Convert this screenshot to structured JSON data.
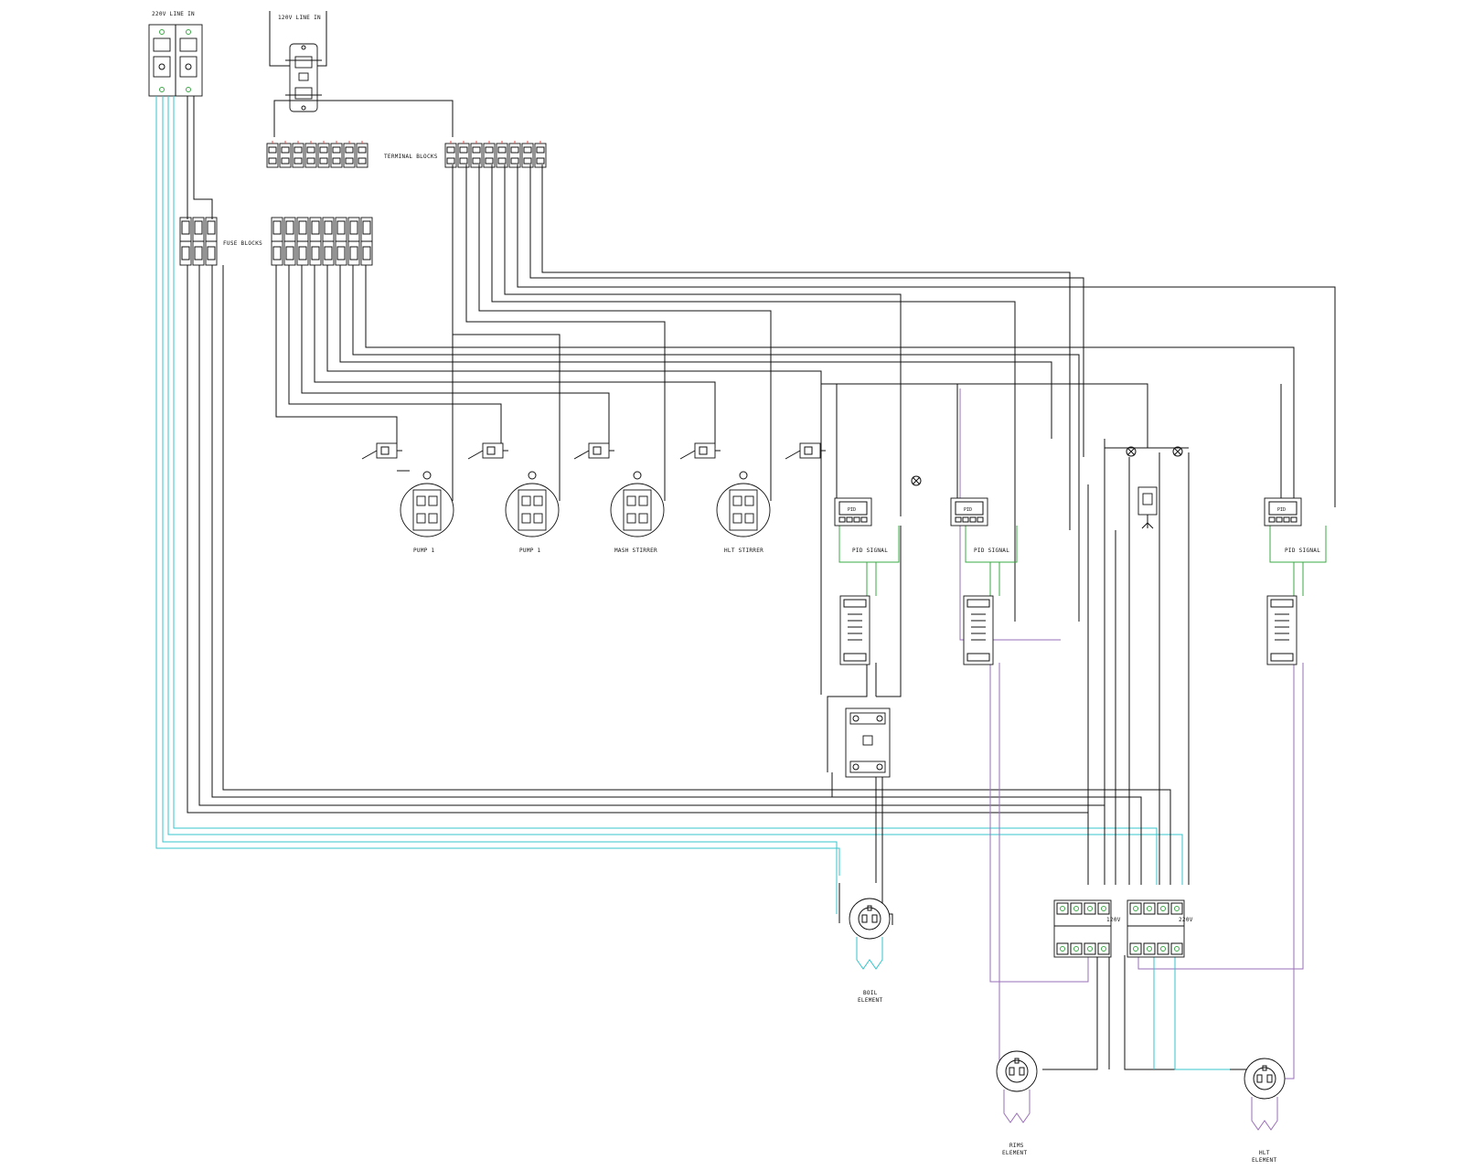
{
  "labels": {
    "line_220": "220V LINE IN",
    "line_120": "120V LINE IN",
    "terminal_blocks": "TERMINAL BLOCKS",
    "fuse_blocks": "FUSE BLOCKS",
    "pump1_a": "PUMP 1",
    "pump1_b": "PUMP 1",
    "mash_stirrer": "MASH STIRRER",
    "hlt_stirrer": "HLT STIRRER",
    "pid_signal_1": "PID SIGNAL",
    "pid_signal_2": "PID SIGNAL",
    "pid_signal_3": "PID SIGNAL",
    "pid_face": "PID",
    "contactor_120v": "120V",
    "contactor_220v": "220V",
    "boil_element": [
      "BOIL",
      "ELEMENT"
    ],
    "rims_element": [
      "RIMS",
      "ELEMENT"
    ],
    "hlt_element": [
      "HLT",
      "ELEMENT"
    ]
  },
  "colors": {
    "wire_black": "#111111",
    "wire_cyan": "#35c4cc",
    "wire_green": "#3aa845",
    "wire_purple": "#9a6fb8",
    "wire_red": "#dd4444"
  },
  "icons": [
    "breaker-icon",
    "gfci-outlet-icon",
    "terminal-block-icon",
    "fuse-block-icon",
    "toggle-switch-icon",
    "pilot-light-icon",
    "receptacle-icon",
    "pid-controller-icon",
    "ssr-icon",
    "relay-icon",
    "contactor-icon",
    "twist-lock-receptacle-icon",
    "heating-element-icon",
    "key-switch-icon"
  ]
}
